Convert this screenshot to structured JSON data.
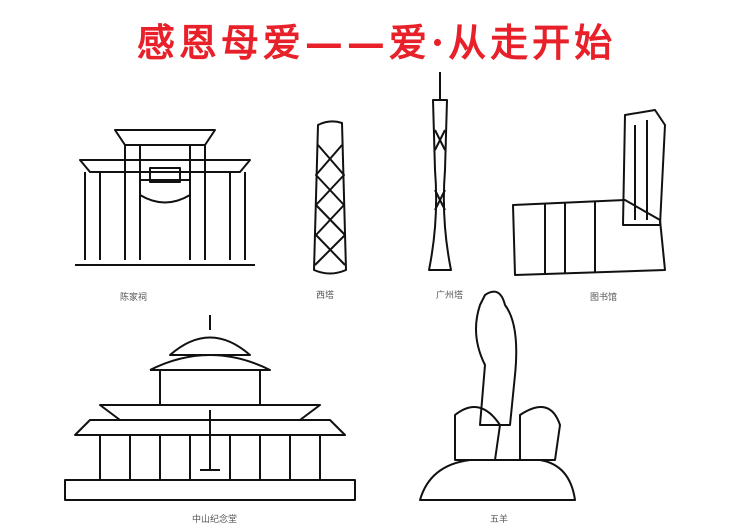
{
  "title": "感恩母爱——爱·从走开始",
  "accent_color": "#e8202a",
  "landmarks": [
    {
      "caption": "陈家祠"
    },
    {
      "caption": "西塔"
    },
    {
      "caption": "广州塔"
    },
    {
      "caption": "图书馆"
    },
    {
      "caption": "中山纪念堂"
    },
    {
      "caption": "五羊"
    }
  ]
}
